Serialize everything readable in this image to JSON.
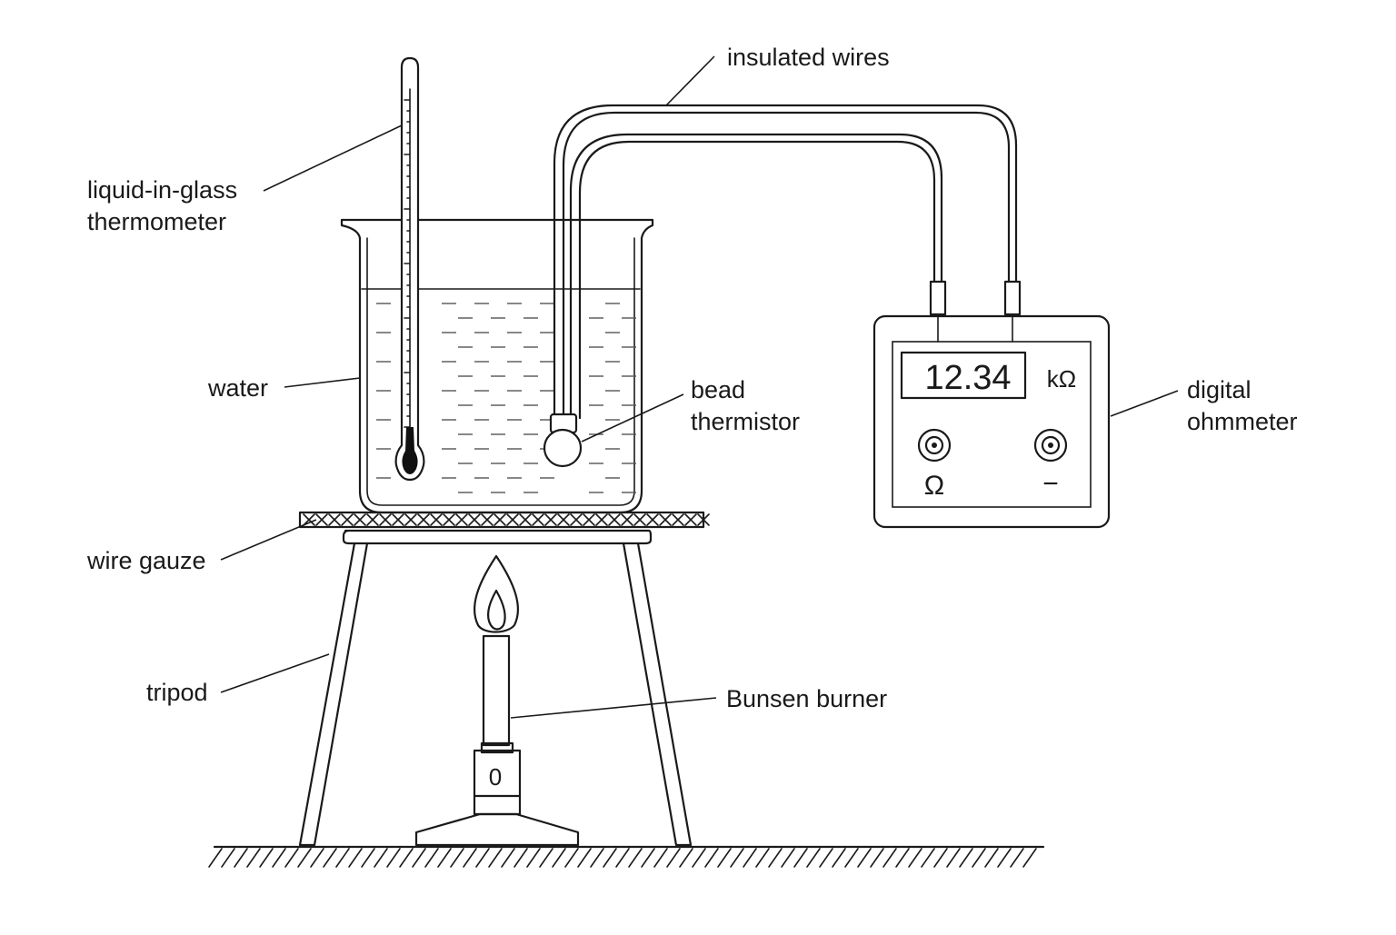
{
  "labels": {
    "insulated_wires": "insulated wires",
    "thermometer_line1": "liquid-in-glass",
    "thermometer_line2": "thermometer",
    "water": "water",
    "bead_line1": "bead",
    "bead_line2": "thermistor",
    "ohmmeter_line1": "digital",
    "ohmmeter_line2": "ohmmeter",
    "wire_gauze": "wire gauze",
    "tripod": "tripod",
    "bunsen_burner": "Bunsen burner"
  },
  "ohmmeter": {
    "reading": "12.34",
    "unit": "kΩ",
    "terminal_left_symbol": "Ω",
    "terminal_right_symbol": "−"
  },
  "burner": {
    "collar_mark": "0"
  },
  "colors": {
    "line": "#1a1a1a",
    "background": "#ffffff",
    "water_dash": "#555555"
  }
}
